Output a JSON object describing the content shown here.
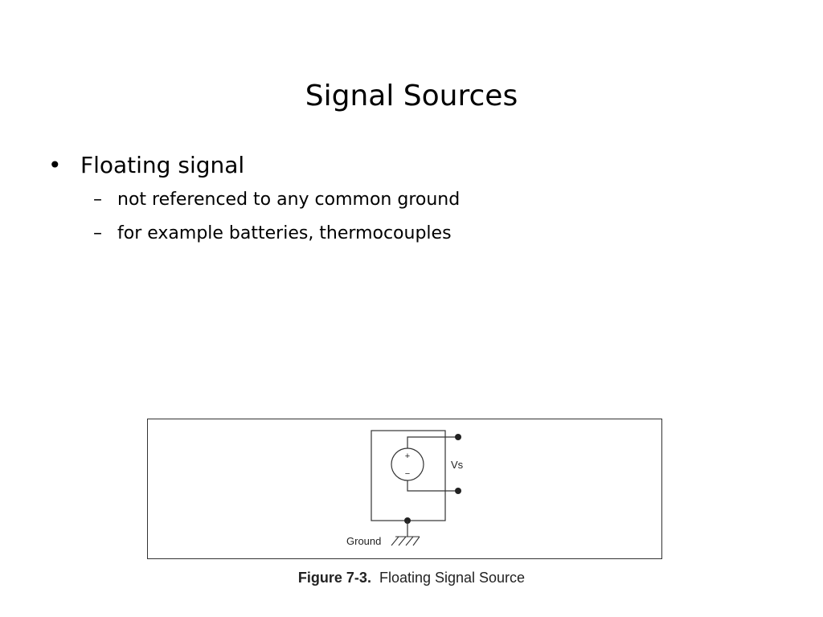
{
  "slide": {
    "title": "Signal Sources"
  },
  "bullets": {
    "main": {
      "marker": "•",
      "text": "Floating signal"
    },
    "sub": [
      {
        "marker": "–",
        "text": "not referenced to any common ground"
      },
      {
        "marker": "–",
        "text": "for example batteries, thermocouples"
      }
    ]
  },
  "figure": {
    "source_plus": "+",
    "source_minus": "−",
    "voltage_label": "Vs",
    "ground_label": "Ground",
    "caption_number": "Figure 7-3.",
    "caption_text": "Floating Signal Source"
  },
  "colors": {
    "text": "#000000",
    "wire": "#333333",
    "frame": "#333333"
  }
}
